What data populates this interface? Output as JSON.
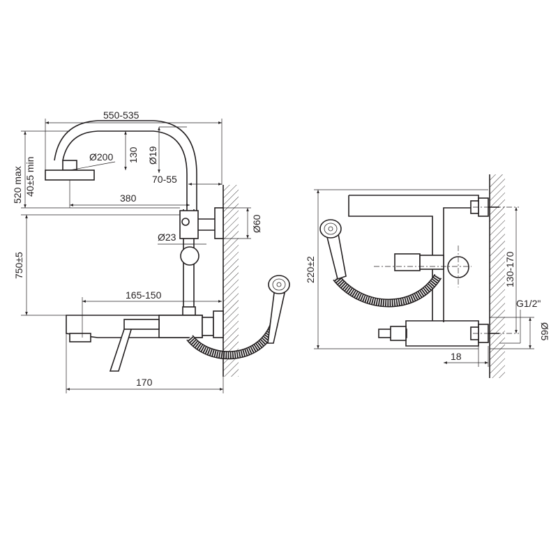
{
  "front_view": {
    "dim_width_top": "550-535",
    "dim_height_max": "520 max",
    "dim_height_min": "40±5 min",
    "dim_head_diameter": "Ø200",
    "dim_head_height": "130",
    "dim_tube_diameter": "Ø19",
    "dim_wall_offset": "70-55",
    "dim_head_reach": "380",
    "dim_flange_diameter": "Ø60",
    "dim_bar_diameter": "Ø23",
    "dim_mount_height": "750±5",
    "dim_spout_reach": "165-150",
    "dim_body_length": "170"
  },
  "side_view": {
    "dim_overall_height": "220±2",
    "dim_center_distance": "130-170",
    "dim_thread": "G1/2\"",
    "dim_cover_diameter": "Ø65",
    "dim_depth": "18"
  },
  "colors": {
    "line": "#231f20",
    "background": "#ffffff"
  }
}
